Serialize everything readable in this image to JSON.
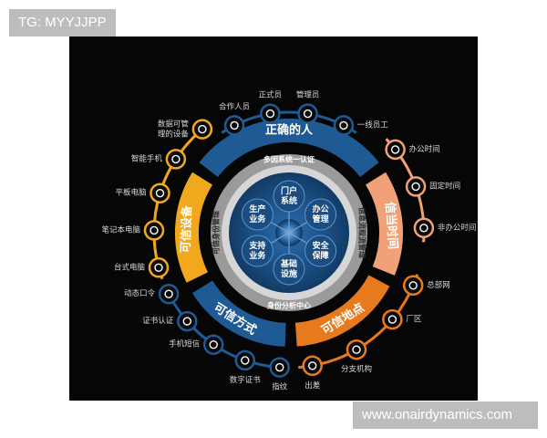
{
  "watermarks": {
    "top_left": "TG: MYYJJPP",
    "bottom_right": "www.onairdynamics.com"
  },
  "diagram": {
    "sections": {
      "right_people": "正确的人",
      "trusted_device": "可信设备",
      "trusted_time": "信当时间",
      "trusted_location": "可信地点",
      "trusted_method": "可信方式"
    },
    "middle_ring": {
      "top": "多因系统一认证",
      "left": "可信身份管理",
      "right": "信息流程流管理",
      "bottom": "身份分析中心"
    },
    "hub": {
      "portal": "门户\n系统",
      "office": "办公\n管理",
      "security": "安全\n保障",
      "infra": "基础\n设施",
      "support": "支持\n业务",
      "production": "生产\n业务"
    },
    "outer_labels": {
      "top_1": "合作人员",
      "top_2": "正式员",
      "top_3": "管理员",
      "top_4": "一线员工",
      "left_1": "数据可管\n理的设备",
      "left_2": "智能手机",
      "left_3": "平板电脑",
      "left_4": "笔记本电脑",
      "left_5": "台式电脑",
      "right_1": "办公时间",
      "right_2": "固定时间",
      "right_3": "非办公时间",
      "loc_1": "总部网",
      "loc_2": "厂区",
      "loc_3": "分支机构",
      "loc_4": "出差",
      "method_1": "动态口令",
      "method_2": "证书认证",
      "method_3": "手机短信",
      "method_4": "数字证书",
      "method_5": "指纹"
    }
  },
  "colors": {
    "navy": "#1f5a94",
    "blue_light": "#4a86c5",
    "yellow": "#f2a81d",
    "orange": "#e87a1e",
    "peach": "#f0a178",
    "gray_ring": "#9a9a9a",
    "white_ring": "#d6d6d6"
  },
  "icons": {
    "people": [
      "person-icon",
      "person-icon",
      "person-id-icon",
      "person-icon"
    ],
    "devices": [
      "device-grid-icon",
      "smartphone-icon",
      "tablet-icon",
      "laptop-icon",
      "desktop-icon"
    ],
    "time": [
      "clock-icon",
      "alarm-icon",
      "timer-icon"
    ],
    "location": [
      "building-icon",
      "factory-icon",
      "branch-icon",
      "house-icon"
    ],
    "method": [
      "token-icon",
      "certificate-icon",
      "envelope-icon",
      "shield-icon",
      "fingerprint-icon"
    ]
  }
}
